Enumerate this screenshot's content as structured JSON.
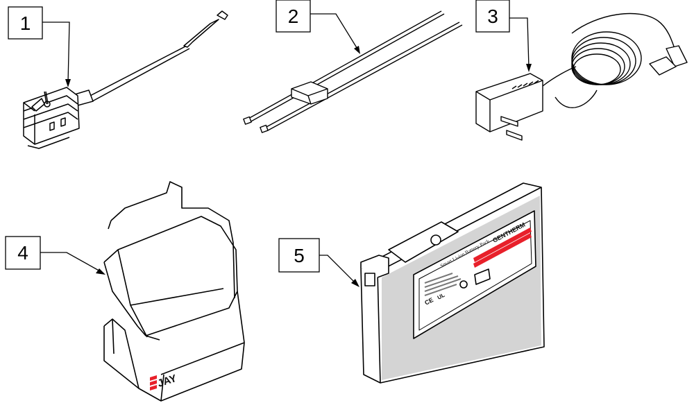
{
  "callouts": [
    {
      "id": "1",
      "label": "1"
    },
    {
      "id": "2",
      "label": "2"
    },
    {
      "id": "3",
      "label": "3"
    },
    {
      "id": "4",
      "label": "4"
    },
    {
      "id": "5",
      "label": "5"
    }
  ],
  "battery": {
    "label_title": "Smart Li-ion Battery Pack",
    "brand": "GENTHERM",
    "ce_mark": "CE",
    "ul_mark": "UL"
  },
  "charger_stand": {
    "logo_text": "JAY"
  },
  "colors": {
    "accent_red": "#e8202a",
    "label_gray": "#d4d4d4",
    "line": "#000000"
  }
}
